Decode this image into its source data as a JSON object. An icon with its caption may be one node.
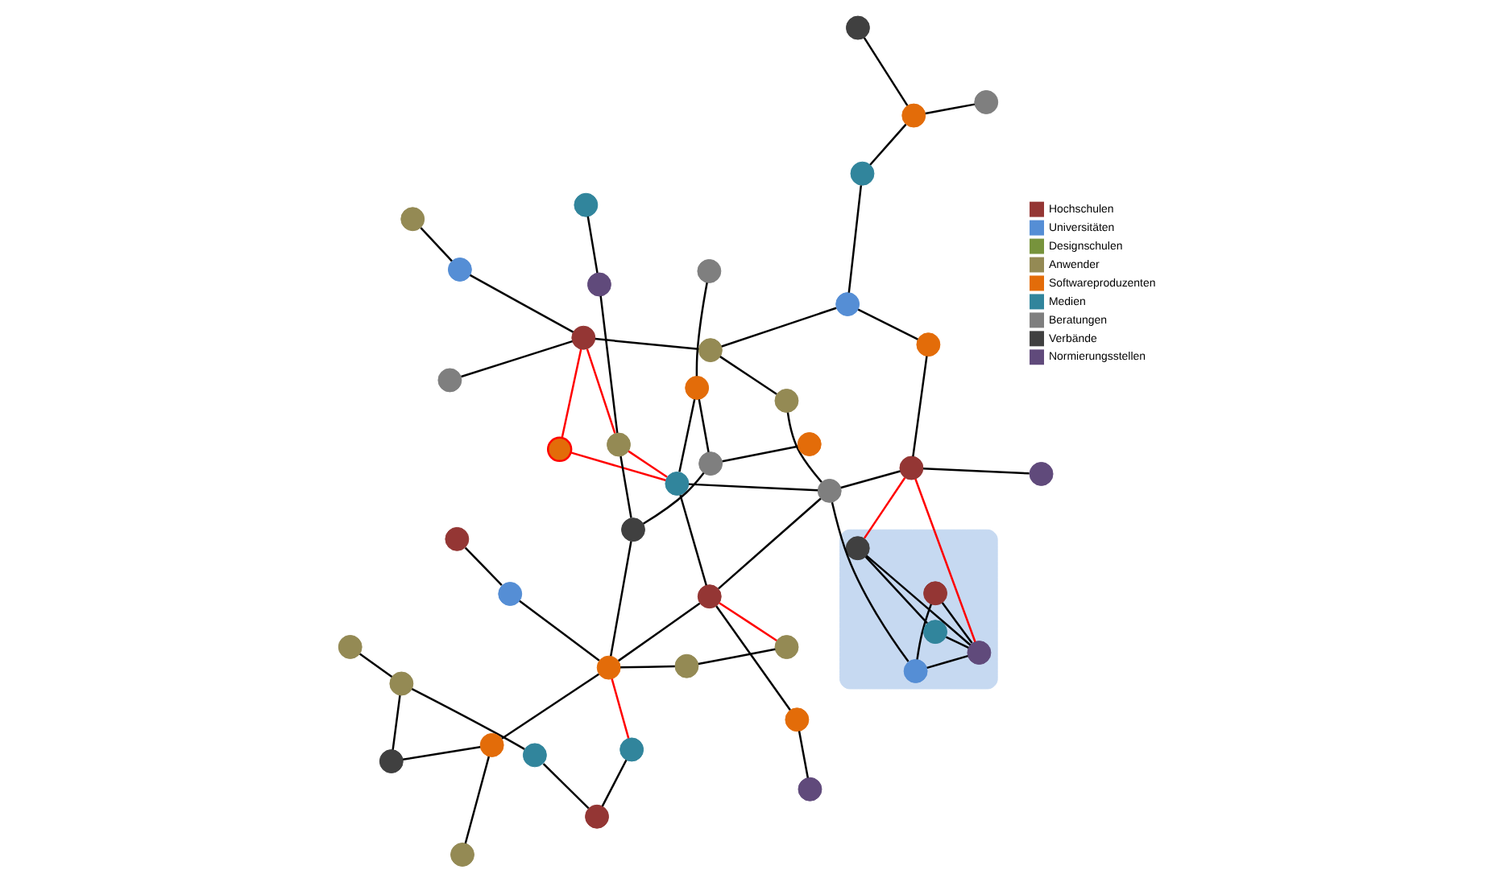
{
  "diagram": {
    "nodes": [
      {
        "text": [],
        "shape": "cloud"
      },
      {
        "text": [],
        "shape": "circle",
        "in": 0
      },
      {
        "text": [],
        "shape": "circle",
        "in": 0
      },
      {
        "text": [],
        "shape": "circle",
        "in": 0
      },
      {
        "text": [],
        "shape": "circle",
        "in": 0
      },
      {
        "text": [],
        "shape": "circle",
        "in": 0
      },
      {
        "text": [],
        "shape": "circle"
      },
      {
        "text": [],
        "shape": "circle"
      },
      {
        "text": [],
        "shape": "circle"
      },
      {
        "text": [],
        "shape": "circle"
      },
      {
        "text": [],
        "shape": "circle"
      },
      {
        "text": [],
        "shape": "circle"
      },
      {
        "text": [],
        "shape": "circle"
      },
      {
        "text": [],
        "shape": "circle"
      },
      {
        "text": [],
        "shape": "circle"
      },
      {
        "text": [],
        "shape": "circle"
      },
      {
        "text": [],
        "shape": "circle"
      },
      {
        "text": [],
        "shape": "circle"
      },
      {
        "text": [],
        "shape": "circle"
      },
      {
        "text": [],
        "shape": "circle"
      },
      {
        "text": [],
        "shape": "circle"
      },
      {
        "text": [],
        "shape": "circle"
      },
      {
        "text": [],
        "shape": "circle"
      },
      {
        "text": [],
        "shape": "circle"
      },
      {
        "text": [],
        "shape": "circle"
      },
      {
        "text": [],
        "shape": "circle"
      },
      {
        "text": [],
        "shape": "circle"
      },
      {
        "text": [],
        "shape": "circle"
      },
      {
        "text": [],
        "shape": "circle"
      },
      {
        "text": [],
        "shape": "circle"
      },
      {
        "text": [],
        "shape": "circle"
      },
      {
        "text": [],
        "shape": "circle"
      },
      {
        "text": [],
        "shape": "circle"
      },
      {
        "text": [],
        "shape": "circle"
      },
      {
        "text": [],
        "shape": "circle"
      },
      {
        "text": [],
        "shape": "circle"
      },
      {
        "text": [],
        "shape": "circle"
      },
      {
        "text": [],
        "shape": "circle"
      },
      {
        "text": [],
        "shape": "circle"
      },
      {
        "text": [],
        "shape": "circle"
      },
      {
        "text": [],
        "shape": "circle"
      },
      {
        "text": [],
        "shape": "circle"
      },
      {
        "text": [],
        "shape": "circle"
      },
      {
        "text": [],
        "shape": "circle"
      },
      {
        "text": [],
        "shape": "circle"
      },
      {
        "text": [],
        "shape": "circle"
      },
      {
        "text": [],
        "shape": "circle"
      }
    ],
    "edges": [
      {
        "from": 1,
        "to": 2,
        "arrow": "none"
      },
      {
        "from": 1,
        "to": 3,
        "arrow": "none"
      },
      {
        "from": 3,
        "to": 2,
        "arrow": "none"
      },
      {
        "from": 2,
        "to": 4,
        "arrow": "none"
      },
      {
        "from": 2,
        "to": 5,
        "arrow": "none"
      },
      {
        "from": 5,
        "to": 4,
        "arrow": "none"
      },
      {
        "from": 3,
        "to": 21,
        "arrow": "none"
      },
      {
        "from": 18,
        "to": 2,
        "arrow": "none",
        "color": "#ff0000"
      },
      {
        "from": 18,
        "to": 5,
        "arrow": "none",
        "color": "#ff0000"
      },
      {
        "from": 6,
        "to": 7,
        "arrow": "none"
      },
      {
        "from": 6,
        "to": 14,
        "arrow": "none",
        "color": "#ff0000"
      },
      {
        "from": 7,
        "to": 12,
        "arrow": "none"
      },
      {
        "from": 8,
        "to": 11,
        "arrow": "none"
      },
      {
        "from": 11,
        "to": 14,
        "arrow": "none"
      },
      {
        "from": 10,
        "to": 17,
        "arrow": "none"
      },
      {
        "from": 17,
        "to": 20,
        "arrow": "none"
      },
      {
        "from": 12,
        "to": 13,
        "arrow": "none"
      },
      {
        "from": 9,
        "to": 13,
        "arrow": "none"
      },
      {
        "from": 14,
        "to": 23,
        "arrow": "none"
      },
      {
        "from": 15,
        "to": 23,
        "arrow": "none"
      },
      {
        "from": 16,
        "to": 23,
        "arrow": "none"
      },
      {
        "from": 20,
        "to": 21,
        "arrow": "none"
      },
      {
        "from": 21,
        "to": 18,
        "arrow": "none"
      },
      {
        "from": 21,
        "to": 27,
        "arrow": "none"
      },
      {
        "from": 14,
        "to": 20,
        "arrow": "none"
      },
      {
        "from": 20,
        "to": 28,
        "arrow": "none"
      },
      {
        "from": 14,
        "to": 34,
        "arrow": "none"
      },
      {
        "from": 26,
        "to": 14,
        "arrow": "none"
      },
      {
        "from": 18,
        "to": 19,
        "arrow": "none"
      },
      {
        "from": 18,
        "to": 24,
        "arrow": "none"
      },
      {
        "from": 20,
        "to": 29,
        "arrow": "none",
        "color": "#ff0000"
      },
      {
        "from": 29,
        "to": 26,
        "arrow": "none"
      },
      {
        "from": 28,
        "to": 33,
        "arrow": "none"
      },
      {
        "from": 28,
        "to": 21,
        "arrow": "none"
      },
      {
        "from": 27,
        "to": 30,
        "arrow": "none"
      },
      {
        "from": 30,
        "to": 25,
        "arrow": "none"
      },
      {
        "from": 25,
        "to": 19,
        "arrow": "none"
      },
      {
        "from": 25,
        "to": 35,
        "arrow": "none"
      },
      {
        "from": 35,
        "to": 39,
        "arrow": "none"
      },
      {
        "from": 39,
        "to": 32,
        "arrow": "none"
      },
      {
        "from": 39,
        "to": 42,
        "arrow": "none"
      },
      {
        "from": 30,
        "to": 37,
        "arrow": "none"
      },
      {
        "from": 37,
        "to": 31,
        "arrow": "none",
        "color": "#ff0000"
      },
      {
        "from": 31,
        "to": 28,
        "arrow": "none",
        "color": "#ff0000"
      },
      {
        "from": 28,
        "to": 36,
        "arrow": "none",
        "color": "#ff0000"
      },
      {
        "from": 36,
        "to": 37,
        "arrow": "none",
        "color": "#ff0000"
      },
      {
        "from": 22,
        "to": 33,
        "arrow": "none"
      },
      {
        "from": 33,
        "to": 38,
        "arrow": "none"
      },
      {
        "from": 38,
        "to": 34,
        "arrow": "none"
      },
      {
        "from": 38,
        "to": 40,
        "arrow": "none"
      },
      {
        "from": 34,
        "to": 36,
        "arrow": "none"
      },
      {
        "from": 36,
        "to": 43,
        "arrow": "none"
      },
      {
        "from": 43,
        "to": 45,
        "arrow": "none"
      },
      {
        "from": 37,
        "to": 41,
        "arrow": "none"
      },
      {
        "from": 37,
        "to": 44,
        "arrow": "none"
      },
      {
        "from": 41,
        "to": 46,
        "arrow": "none"
      },
      {
        "from": 13,
        "to": 16,
        "arrow": "none"
      }
    ],
    "legend": [
      {
        "text": "Hochschulen",
        "color": "#943634"
      },
      {
        "text": "Universitäten",
        "color": "#558ed5"
      },
      {
        "text": "Designschulen",
        "color": "#77933c"
      },
      {
        "text": "Anwender",
        "color": "#948a54"
      },
      {
        "text": "Softwareproduzenten",
        "color": "#e36c09"
      },
      {
        "text": "Medien",
        "color": "#31859c"
      },
      {
        "text": "Beratungen",
        "color": "#7f7f7f"
      },
      {
        "text": "Verbände",
        "color": "#404040"
      },
      {
        "text": "Normierungsstellen",
        "color": "#604a7b"
      }
    ]
  }
}
